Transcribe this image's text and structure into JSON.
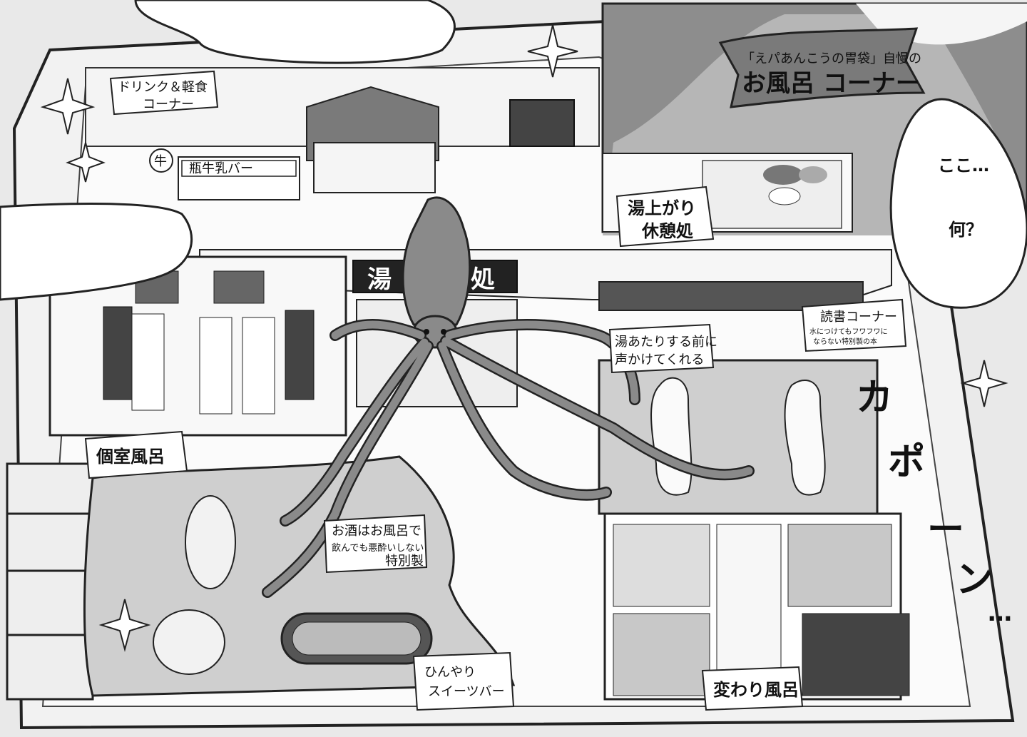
{
  "banner": {
    "top": "「えパあんこうの胃袋」自慢の",
    "bottom": "お風呂 コーナー"
  },
  "speech": {
    "line1": "ここ…",
    "line2": "何？"
  },
  "sfx": {
    "ka": "カ",
    "po": "ポ",
    "dash": "ー",
    "n": "ン",
    "dots": "…"
  },
  "noren": {
    "left": "湯",
    "right": "処"
  },
  "labels": {
    "drink_line1": "ドリンク＆軽食",
    "drink_line2": "コーナー",
    "bar_sign": "瓶牛乳バー",
    "rest_line1": "湯上がり",
    "rest_line2": "休憩処",
    "reading_title": "読書コーナー",
    "reading_sub1": "水につけてもフワフワに",
    "reading_sub2": "ならない特別製の本",
    "yuatari_line1": "湯あたりする前に",
    "yuatari_line2": "声かけてくれる",
    "koshitsu": "個室風呂",
    "sake_line1": "お酒はお風呂で",
    "sake_line2": "飲んでも悪酔いしない",
    "sake_line3": "特別製",
    "sweets_line1": "ひんやり",
    "sweets_line2": "スイーツバー",
    "kawari": "変わり風呂",
    "gyu": "牛"
  }
}
